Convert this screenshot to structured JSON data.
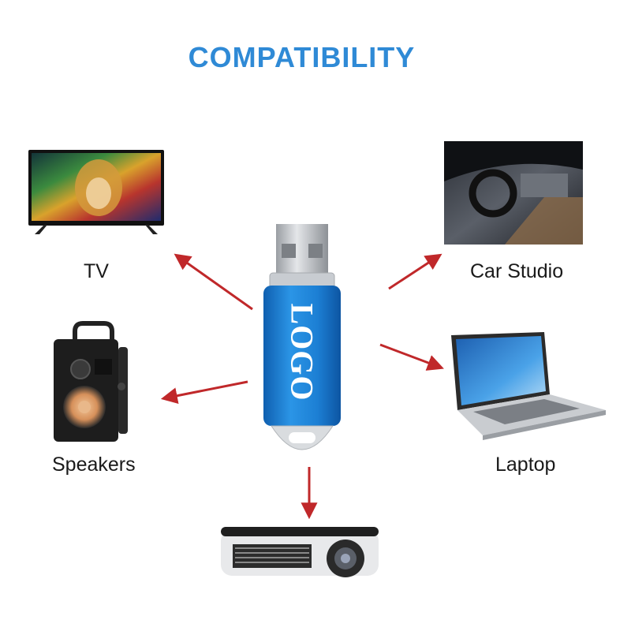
{
  "title": "COMPATIBILITY",
  "product": {
    "logo_text": "LOGO"
  },
  "devices": {
    "tv": "TV",
    "car": "Car Studio",
    "speakers": "Speakers",
    "laptop": "Laptop"
  },
  "colors": {
    "title": "#2f8ad6",
    "arrow": "#c0282a",
    "usb_body": "#1f7fd1"
  }
}
